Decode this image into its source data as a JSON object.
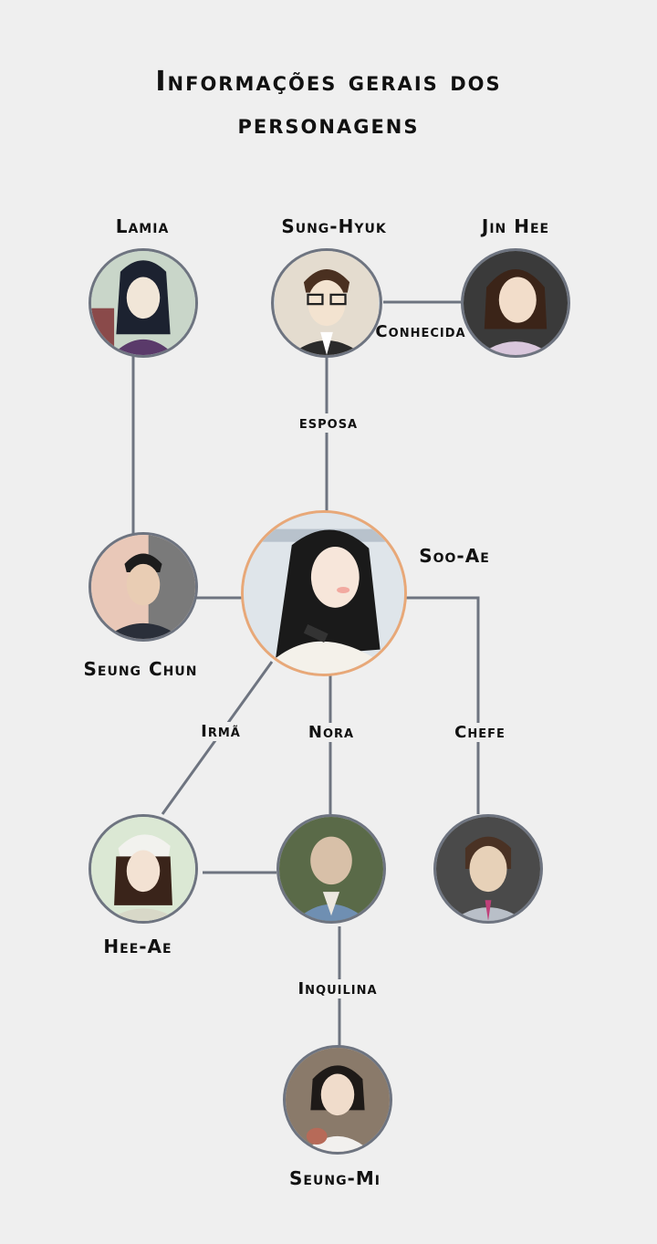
{
  "title": {
    "line1": "Informações gerais dos",
    "line2": "personagens"
  },
  "characters": {
    "lamia": "Lamia",
    "sung_hyuk": "Sung-Hyuk",
    "jin_hee": "Jin Hee",
    "soo_ae": "Soo-Ae",
    "seung_chun": "Seung Chun",
    "hee_ae": "Hee-Ae",
    "chefe_name": "",
    "nora_char": "",
    "seung_mi": "Seung-Mi"
  },
  "relations": {
    "conhecida": "Conhecida",
    "esposa": "esposa",
    "irma": "Irmã",
    "nora": "Nora",
    "chefe": "Chefe",
    "inquilina": "Inquilina"
  },
  "colors": {
    "line": "#6e7480",
    "highlight_border": "#e8a878",
    "background": "#efefef"
  }
}
